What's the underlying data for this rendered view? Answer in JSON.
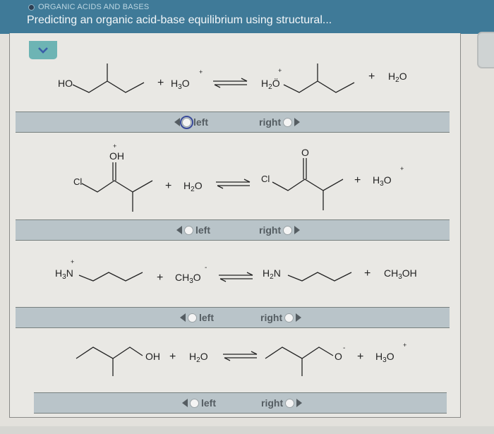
{
  "header": {
    "topic": "ORGANIC ACIDS AND BASES",
    "title": "Predicting an organic acid-base equilibrium using structural..."
  },
  "controls": {
    "collapse_icon": "chevron-down-icon",
    "side_button": "side-panel-button"
  },
  "reactions": [
    {
      "reactants": [
        "3-methylbutan-1-ol (HO–CH2CH(CH3)CH2CH3)",
        "H3O+"
      ],
      "products": [
        "protonated alcohol (H2O+–CH2CH(CH3)CH2CH3)",
        "H2O"
      ],
      "labels": {
        "r1": "HO",
        "plus1": "+",
        "r2": "H3O",
        "r2_charge": "+",
        "p1": "H2Ö",
        "p1_charge": "+",
        "plus2": "+",
        "p2": "H2O"
      },
      "answer": {
        "left_label": "left",
        "right_label": "right",
        "selected": "none",
        "focused": "left"
      }
    },
    {
      "reactants": [
        "protonated 1-chloro-3-methylbutan-2-one",
        "H2O"
      ],
      "products": [
        "1-chloro-3-methylbutan-2-one",
        "H3O+"
      ],
      "labels": {
        "r1_cl": "Cl",
        "r1_oh": "OH",
        "r1_charge": "+",
        "plus1": "+",
        "r2": "H2O",
        "p1_cl": "Cl",
        "p1_o": "O",
        "plus2": "+",
        "p2": "H3O",
        "p2_charge": "+"
      },
      "answer": {
        "left_label": "left",
        "right_label": "right",
        "selected": "none"
      }
    },
    {
      "reactants": [
        "butylammonium (H3N+–C4H9)",
        "CH3O-"
      ],
      "products": [
        "butylamine (H2N–C4H9)",
        "CH3OH"
      ],
      "labels": {
        "r1": "H3N",
        "r1_charge": "+",
        "plus1": "+",
        "r2": "CH3O",
        "r2_charge": "-",
        "p1": "H2N",
        "plus2": "+",
        "p2": "CH3OH"
      },
      "answer": {
        "left_label": "left",
        "right_label": "right",
        "selected": "none"
      }
    },
    {
      "reactants": [
        "2-methylbutan-1-ol",
        "H2O"
      ],
      "products": [
        "2-methylbutan-1-olate",
        "H3O+"
      ],
      "labels": {
        "r1": "OH",
        "plus1": "+",
        "r2": "H2O",
        "p1": "O",
        "p1_charge": "-",
        "plus2": "+",
        "p2": "H3O",
        "p2_charge": "+"
      },
      "answer": {
        "left_label": "left",
        "right_label": "right",
        "selected": "none"
      }
    }
  ]
}
